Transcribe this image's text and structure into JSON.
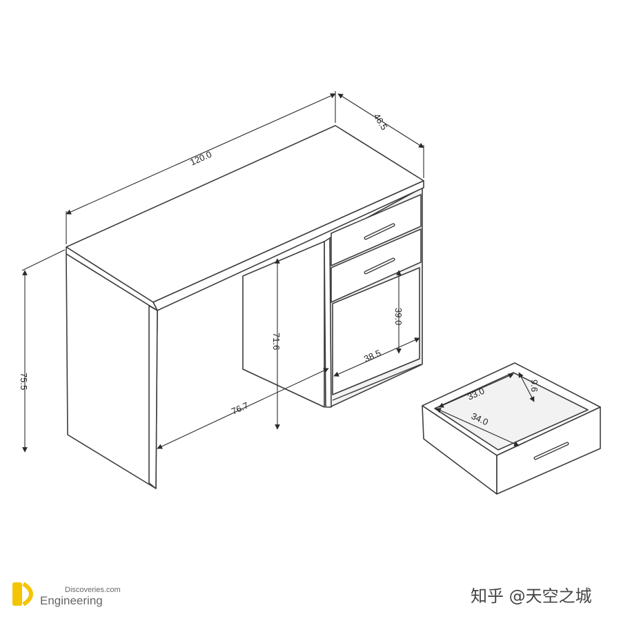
{
  "dimensions": {
    "width": "120.0",
    "depth": "46.5",
    "height": "75.5",
    "knee_height": "71.6",
    "knee_width": "76.7",
    "shelf_height": "39.0",
    "shelf_width": "38.5",
    "drawer_inner_width": "33.0",
    "drawer_depth": "34.0",
    "drawer_height": "9.6"
  },
  "watermarks": {
    "logo_top": "Discoveries.com",
    "logo_bottom": "Engineering",
    "author": "知乎 @天空之城"
  },
  "colors": {
    "accent": "#f5c400",
    "line": "#3c3c3c"
  }
}
